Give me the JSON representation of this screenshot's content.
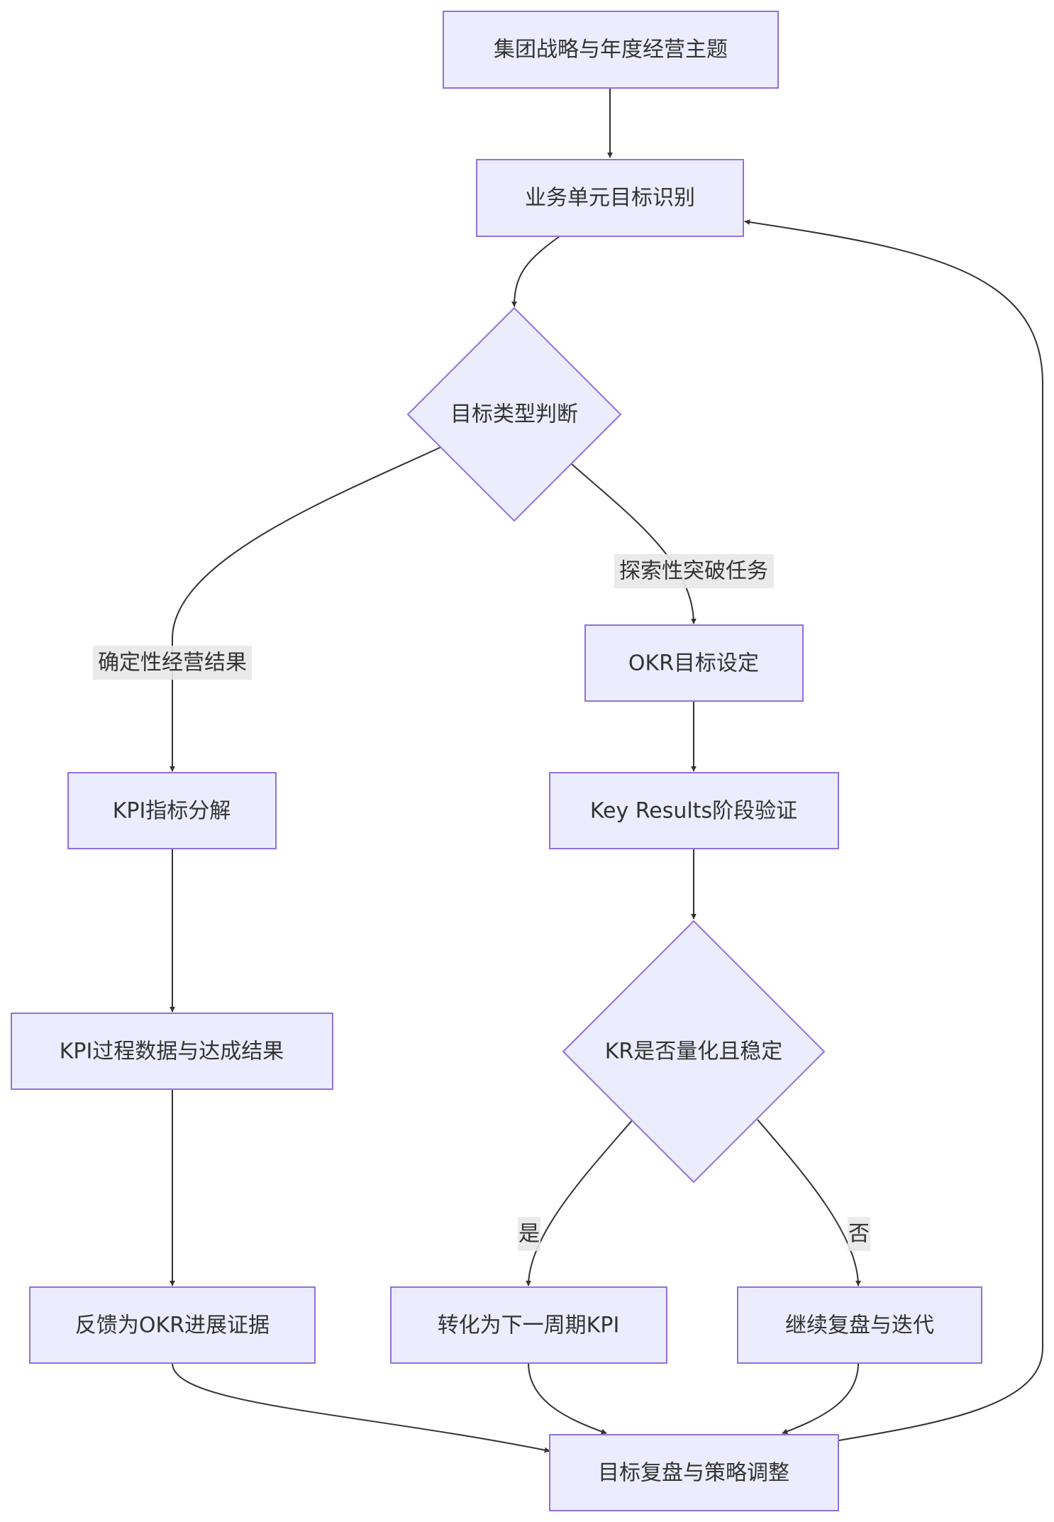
{
  "colors": {
    "node_fill": "#ECECFF",
    "node_stroke": "#9370DB",
    "edge": "#333333",
    "text": "#333333",
    "edge_label_bg": "#E8E8E8"
  },
  "nodes": {
    "group_strategy": "集团战略与年度经营主题",
    "bu_goal": "业务单元目标识别",
    "goal_type": "目标类型判断",
    "okr_setting": "OKR目标设定",
    "kr_validation": "Key Results阶段验证",
    "kr_decision": "KR是否量化且稳定",
    "kpi_breakdown": "KPI指标分解",
    "kpi_data": "KPI过程数据与达成结果",
    "feedback_okr": "反馈为OKR进展证据",
    "to_kpi": "转化为下一周期KPI",
    "continue_iterate": "继续复盘与迭代",
    "review": "目标复盘与策略调整"
  },
  "edge_labels": {
    "exploratory": "探索性突破任务",
    "deterministic": "确定性经营结果",
    "yes": "是",
    "no": "否"
  }
}
